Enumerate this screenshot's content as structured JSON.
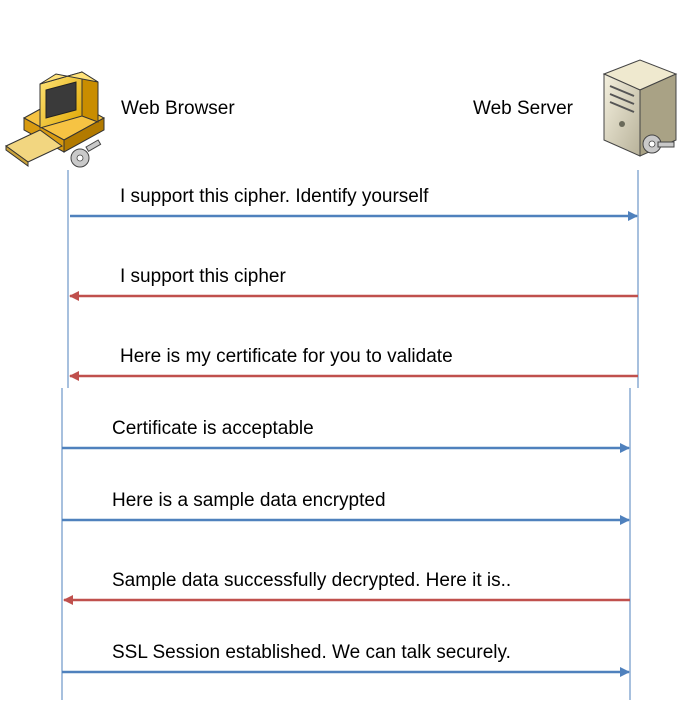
{
  "actors": {
    "browser": {
      "label": "Web Browser",
      "icon": "computer-with-key-icon"
    },
    "server": {
      "label": "Web Server",
      "icon": "server-with-key-icon"
    }
  },
  "messages": [
    {
      "text": "I support this cipher. Identify yourself",
      "direction": "to-server",
      "color": "#4F81BD"
    },
    {
      "text": "I support this cipher",
      "direction": "to-browser",
      "color": "#C0504D"
    },
    {
      "text": "Here is my certificate for you to validate",
      "direction": "to-browser",
      "color": "#C0504D"
    },
    {
      "text": "Certificate is acceptable",
      "direction": "to-server",
      "color": "#4F81BD"
    },
    {
      "text": "Here is a sample data encrypted",
      "direction": "to-server",
      "color": "#4F81BD"
    },
    {
      "text": "Sample data successfully decrypted. Here it is..",
      "direction": "to-browser",
      "color": "#C0504D"
    },
    {
      "text": "SSL Session established. We can talk securely.",
      "direction": "to-server",
      "color": "#4F81BD"
    }
  ],
  "colors": {
    "lifeline": "#4F81BD",
    "request": "#4F81BD",
    "response": "#C0504D"
  }
}
